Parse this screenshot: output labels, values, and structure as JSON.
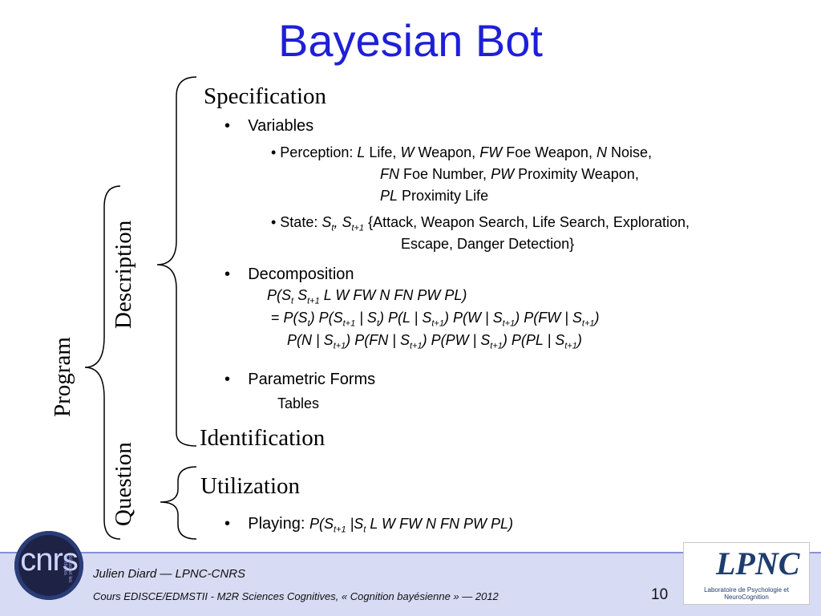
{
  "title": "Bayesian Bot",
  "labels": {
    "program": "Program",
    "description": "Description",
    "question": "Question"
  },
  "sections": {
    "specification": "Specification",
    "identification": "Identification",
    "utilization": "Utilization"
  },
  "variables": {
    "bullet": "Variables",
    "perception_label": "• Perception:",
    "perception_line1": [
      {
        "sym": "L",
        "word": "Life,"
      },
      {
        "sym": "W",
        "word": "Weapon,"
      },
      {
        "sym": "FW",
        "word": "Foe Weapon,"
      },
      {
        "sym": "N",
        "word": "Noise,"
      }
    ],
    "perception_line2": [
      {
        "sym": "FN",
        "word": "Foe Number,"
      },
      {
        "sym": "PW",
        "word": "Proximity Weapon,"
      }
    ],
    "perception_line3": [
      {
        "sym": "PL",
        "word": "Proximity Life"
      }
    ],
    "state_label": "• State:",
    "state_values_line1": "{Attack, Weapon Search, Life Search, Exploration,",
    "state_values_line2": "Escape, Danger Detection}"
  },
  "decomposition": {
    "bullet": "Decomposition",
    "joint": "P(S_t S_t+1 L W FW N FN PW PL)",
    "line1": "= P(S_t) P(S_t+1 | S_t) P(L | S_t+1) P(W | S_t+1) P(FW | S_t+1)",
    "line2": "P(N | S_t+1) P(FN | S_t+1) P(PW | S_t+1) P(PL | S_t+1)"
  },
  "parametric": {
    "bullet": "Parametric Forms",
    "value": "Tables"
  },
  "utilization_item": {
    "bullet": "Playing:",
    "formula": "P(S_t+1 | S_t L W FW N FN PW PL)"
  },
  "footer": {
    "author": "Julien Diard — LPNC-CNRS",
    "course": "Cours EDISCE/EDMSTII - M2R Sciences Cognitives, « Cognition bayésienne » — 2012",
    "page": "10"
  },
  "logos": {
    "left_text": "cnrs",
    "left_tagline": "dépasser les frontières",
    "right_text": "LPNC",
    "right_caption": "Laboratoire de Psychologie et NeuroCognition"
  },
  "colors": {
    "title": "#1f1fd8",
    "footer_band": "#d7dbf3"
  }
}
